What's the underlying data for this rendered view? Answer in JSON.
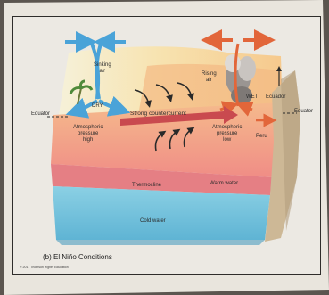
{
  "labels": {
    "equator_left": "Equator",
    "equator_right": "Equator",
    "sinking_air": "Sinking\nair",
    "dry": "DRY",
    "high_pressure": "Atmospheric\npressure\nhigh",
    "rising_air": "Rising\nair",
    "wet": "WET",
    "low_pressure": "Atmospheric\npressure\nlow",
    "strong_current": "Strong countercurrent",
    "peru": "Peru",
    "ecuador": "Ecuador",
    "thermocline": "Thermocline",
    "warm_water": "Warm water",
    "cold_water": "Cold water"
  },
  "caption": "(b) El Niño Conditions",
  "credit": "© 2017 Thomson Higher Education",
  "colors": {
    "paper": "#e9e5dd",
    "sea_surface_warm": "#f3c5a0",
    "thermocline": "#e78c8f",
    "cold_water": "#7ec8dd",
    "arrow_blue": "#4aa3d8",
    "arrow_orange": "#e2663a",
    "current_red": "#c94a4f"
  }
}
